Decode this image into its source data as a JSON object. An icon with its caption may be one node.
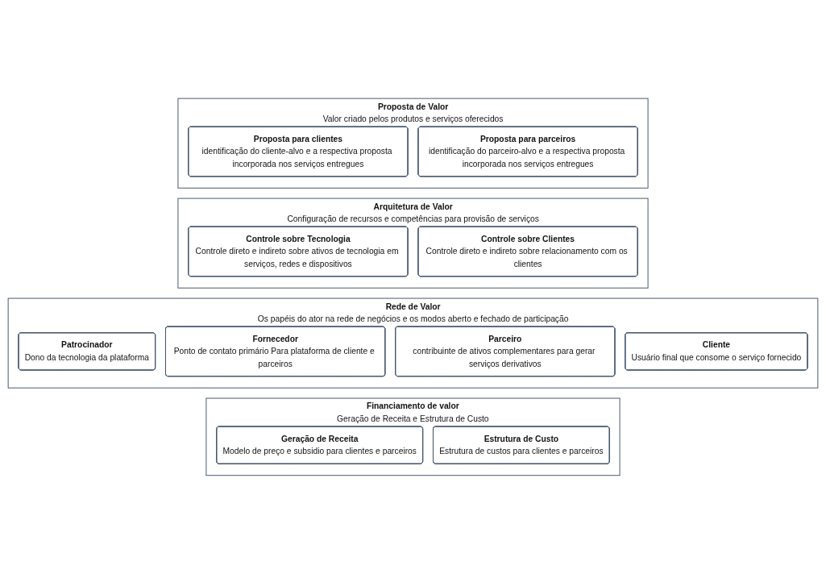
{
  "diagram": {
    "nodes": [
      {
        "text": [
          "Proposta de Valor",
          "Valor criado pelos produtos e serviços oferecidos"
        ]
      },
      {
        "text": [
          "Proposta para clientes",
          "identificação do cliente-alvo e a respectiva proposta incorporada nos serviços entregues"
        ],
        "in": 0
      },
      {
        "text": [
          "Proposta para parceiros",
          "identificação do parceiro-alvo e a respectiva proposta incorporada nos serviços entregues"
        ],
        "in": 0
      },
      {
        "text": [
          "Arquitetura de Valor",
          "Configuração de recursos e competências para provisão de serviços"
        ]
      },
      {
        "text": [
          "Controle sobre Tecnologia",
          "Controle direto e indireto sobre ativos de tecnologia em serviços, redes e dispositivos"
        ],
        "in": 3
      },
      {
        "text": [
          "Controle sobre Clientes",
          "Controle direto e indireto sobre relacionamento com os clientes"
        ],
        "in": 3
      },
      {
        "text": [
          "Rede de Valor",
          "Os papéis do ator na rede de negócios e os modos aberto e fechado de participação"
        ]
      },
      {
        "text": [
          "Patrocinador",
          "Dono da tecnologia da plataforma"
        ],
        "in": 6
      },
      {
        "text": [
          "Fornecedor",
          "Ponto de contato primário Para plataforma de cliente e parceiros"
        ],
        "in": 6
      },
      {
        "text": [
          "Parceiro",
          "contribuinte de ativos complementares para gerar serviços derivativos"
        ],
        "in": 6
      },
      {
        "text": [
          "Cliente",
          "Usuário final que consome o serviço fornecido"
        ],
        "in": 6
      },
      {
        "text": [
          "Financiamento de valor",
          "Geração de Receita e Estrutura de Custo"
        ]
      },
      {
        "text": [
          "Geração de Receita",
          "Modelo de preço e subsidio para clientes e parceiros"
        ],
        "in": 11
      },
      {
        "text": [
          "Estrutura de Custo",
          "Estrutura de custos para clientes e parceiros"
        ],
        "in": 11
      }
    ]
  }
}
